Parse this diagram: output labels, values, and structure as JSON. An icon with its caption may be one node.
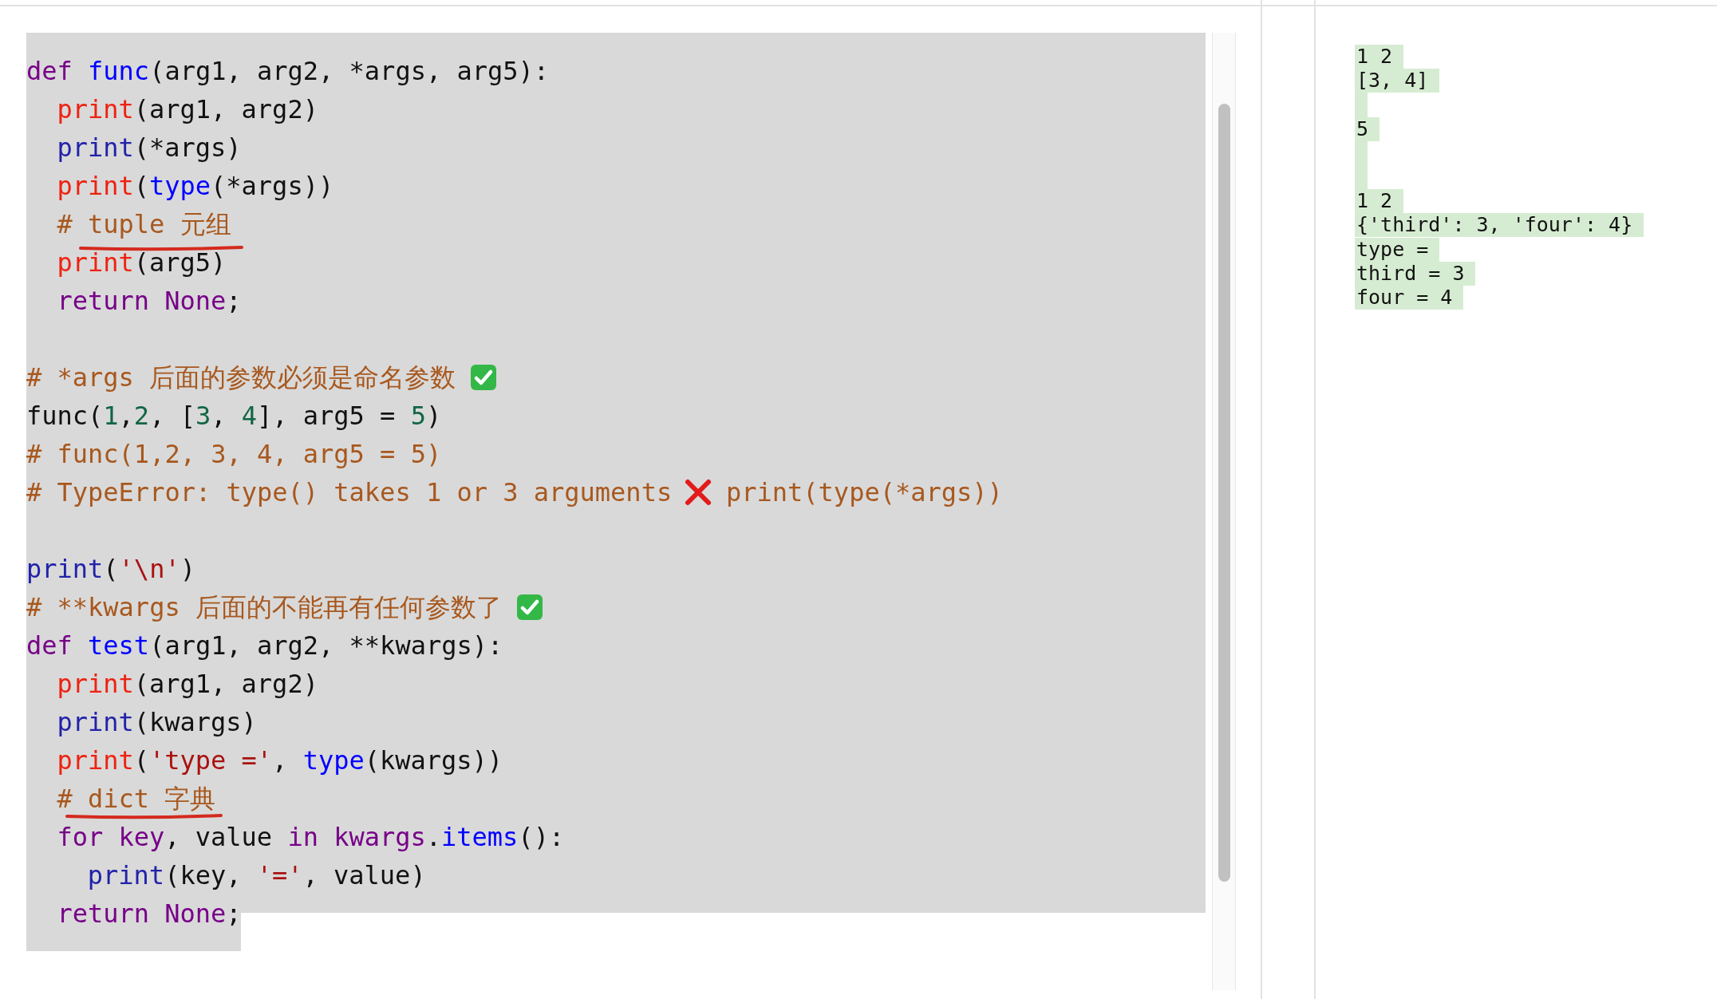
{
  "diagram": {
    "labels": [
      "def func(arg1, arg2, *args, arg5):",
      "print(arg1, arg2)",
      "print(*args)",
      "print(type(*args))",
      "# tuple 元组",
      "print(arg5)",
      "return None;",
      "# *args 后面的参数必须是命名参数",
      "func(1,2, [3, 4], arg5 = 5)",
      "# func(1,2, 3, 4, arg5 = 5)",
      "# TypeError: type() takes 1 or 3 arguments",
      "print(type(*args))",
      "print('\\n')",
      "# **kwargs 后面的不能再有任何参数了",
      "def test(arg1, arg2, **kwargs):",
      "print(arg1, arg2)",
      "print(kwargs)",
      "print('type =', type(kwargs))",
      "# dict 字典",
      "for key, value in kwargs.items():",
      "print(key, '=', value)",
      "return None;",
      "1 2",
      "[3, 4]",
      "5",
      "1 2",
      "{'third': 3, 'four': 4}",
      "type =",
      "third = 3",
      "four = 4"
    ]
  }
}
